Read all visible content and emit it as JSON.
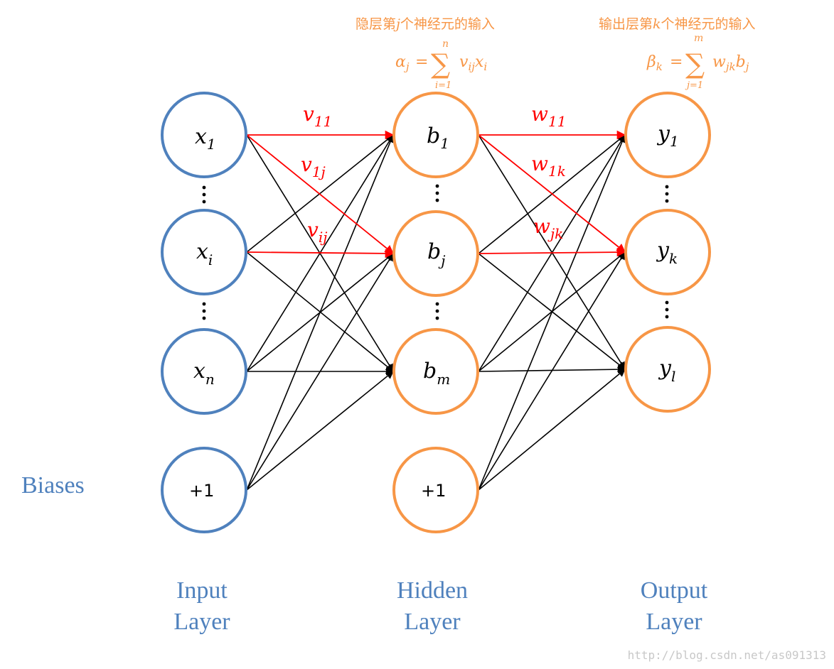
{
  "input_nodes": [
    {
      "base": "x",
      "sub": "1"
    },
    {
      "base": "x",
      "sub": "i"
    },
    {
      "base": "x",
      "sub": "n"
    },
    {
      "base": "+1",
      "sub": ""
    }
  ],
  "hidden_nodes": [
    {
      "base": "b",
      "sub": "1"
    },
    {
      "base": "b",
      "sub": "j"
    },
    {
      "base": "b",
      "sub": "m"
    },
    {
      "base": "+1",
      "sub": ""
    }
  ],
  "output_nodes": [
    {
      "base": "y",
      "sub": "1"
    },
    {
      "base": "y",
      "sub": "k"
    },
    {
      "base": "y",
      "sub": "l"
    }
  ],
  "weights": {
    "v11": {
      "base": "v",
      "sub": "11"
    },
    "v1j": {
      "base": "v",
      "sub": "1j"
    },
    "vij": {
      "base": "v",
      "sub": "ij"
    },
    "w11": {
      "base": "w",
      "sub": "11"
    },
    "w1k": {
      "base": "w",
      "sub": "1k"
    },
    "wjk": {
      "base": "w",
      "sub": "jk"
    }
  },
  "biases_label": "Biases",
  "layers": {
    "input": [
      "Input",
      "Layer"
    ],
    "hidden": [
      "Hidden",
      "Layer"
    ],
    "output": [
      "Output",
      "Layer"
    ]
  },
  "annotations": {
    "hidden_input": {
      "pre": "隐层第",
      "var": "j",
      "post": "个神经元的输入"
    },
    "output_input": {
      "pre": "输出层第",
      "var": "k",
      "post": "个神经元的输入"
    }
  },
  "formulas": {
    "alpha": {
      "lhs": "α",
      "lhs_sub": "j",
      "eq": "=",
      "sigma": "∑",
      "upper": "n",
      "lower": "i=1",
      "term1": "v",
      "term1_sub": "ij",
      "term2": "x",
      "term2_sub": "i"
    },
    "beta": {
      "lhs": "β",
      "lhs_sub": "k",
      "eq": "=",
      "sigma": "∑",
      "upper": "m",
      "lower": "j=1",
      "term1": "w",
      "term1_sub": "jk",
      "term2": "b",
      "term2_sub": "j"
    }
  },
  "watermark": "http://blog.csdn.net/as091313",
  "colors": {
    "input": "#4f81bd",
    "hidden": "#f79646",
    "highlight": "#ff0000",
    "edge": "#000000"
  }
}
